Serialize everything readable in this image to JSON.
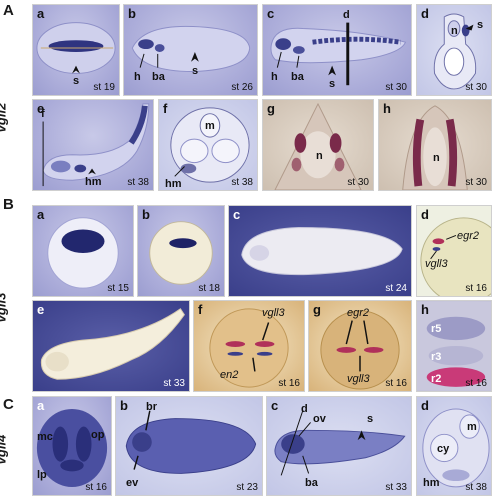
{
  "sections": [
    {
      "letter": "A",
      "gene": "vgll2"
    },
    {
      "letter": "B",
      "gene": "vgll3"
    },
    {
      "letter": "C",
      "gene": "vgll4"
    }
  ],
  "panels": {
    "A_a": {
      "letter": "a",
      "stage": "st 19",
      "labels": [
        "s"
      ]
    },
    "A_b": {
      "letter": "b",
      "stage": "st 26",
      "labels": [
        "h",
        "ba",
        "s"
      ]
    },
    "A_c": {
      "letter": "c",
      "stage": "st 30",
      "labels": [
        "h",
        "ba",
        "s",
        "d"
      ]
    },
    "A_d": {
      "letter": "d",
      "stage": "st 30",
      "labels": [
        "n",
        "s"
      ]
    },
    "A_e": {
      "letter": "e",
      "stage": "st 38",
      "labels": [
        "hm",
        "f"
      ]
    },
    "A_f": {
      "letter": "f",
      "stage": "st 38",
      "labels": [
        "m",
        "hm"
      ]
    },
    "A_g": {
      "letter": "g",
      "stage": "st 30",
      "labels": [
        "n"
      ]
    },
    "A_h": {
      "letter": "h",
      "stage": "st 30",
      "labels": [
        "n"
      ]
    },
    "B_a": {
      "letter": "a",
      "stage": "st 15",
      "labels": []
    },
    "B_b": {
      "letter": "b",
      "stage": "st 18",
      "labels": []
    },
    "B_c": {
      "letter": "c",
      "stage": "st 24",
      "labels": []
    },
    "B_d": {
      "letter": "d",
      "stage": "st 16",
      "labels": [
        "egr2",
        "vgll3"
      ]
    },
    "B_e": {
      "letter": "e",
      "stage": "st 33",
      "labels": []
    },
    "B_f": {
      "letter": "f",
      "stage": "st 16",
      "labels": [
        "vgll3",
        "en2"
      ]
    },
    "B_g": {
      "letter": "g",
      "stage": "st 16",
      "labels": [
        "egr2",
        "vgll3"
      ]
    },
    "B_h": {
      "letter": "h",
      "stage": "st 16",
      "labels": [
        "r5",
        "r3",
        "r2"
      ]
    },
    "C_a": {
      "letter": "a",
      "stage": "st 16",
      "labels": [
        "mc",
        "op",
        "lp"
      ]
    },
    "C_b": {
      "letter": "b",
      "stage": "st 23",
      "labels": [
        "br",
        "ev"
      ]
    },
    "C_c": {
      "letter": "c",
      "stage": "st 33",
      "labels": [
        "d",
        "ov",
        "s",
        "ba"
      ]
    },
    "C_d": {
      "letter": "d",
      "stage": "st 38",
      "labels": [
        "m",
        "cy",
        "hm"
      ]
    }
  },
  "colors": {
    "stain_blue": "#3a3f8a",
    "stain_red": "#b0305a",
    "stain_purple": "#5a2a6a"
  }
}
